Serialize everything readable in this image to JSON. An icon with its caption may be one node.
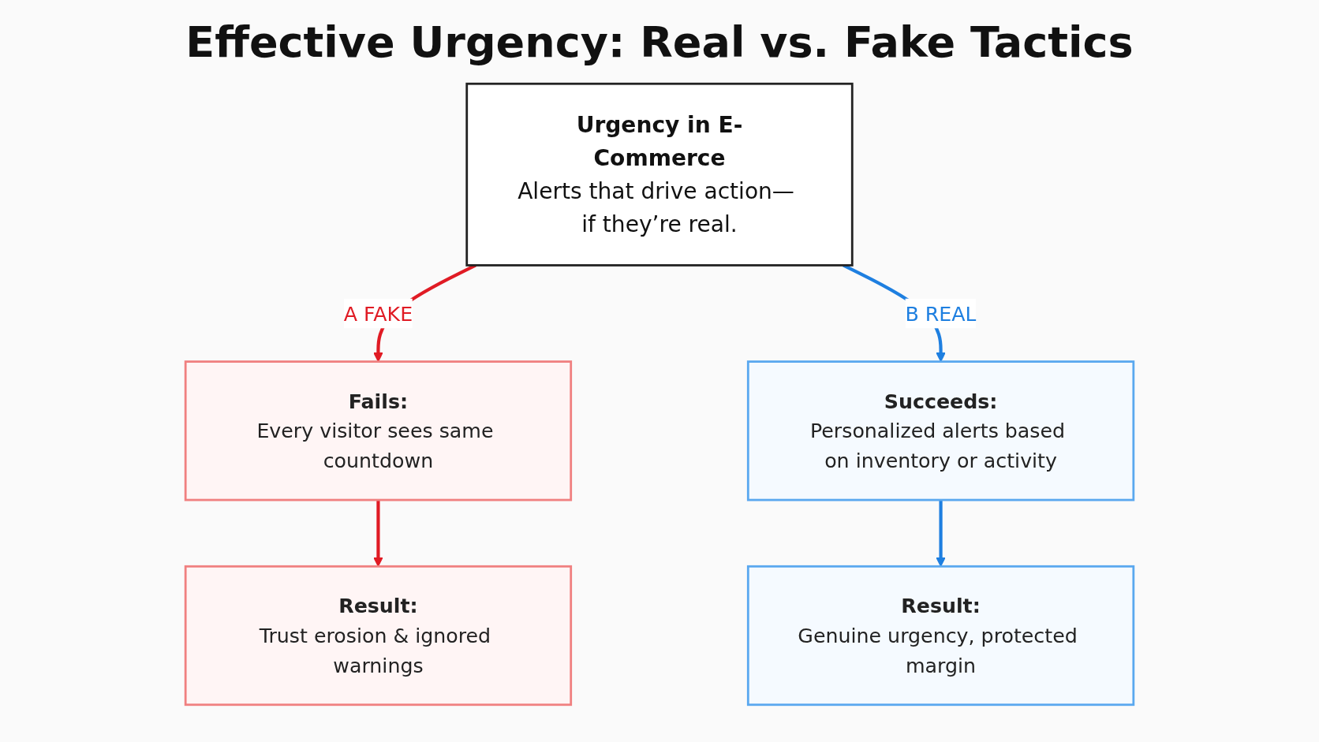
{
  "diagram": {
    "title": "Effective Urgency: Real vs. Fake Tactics",
    "nodes": [
      {
        "text": [
          "Urgency in E-Commerce",
          "Alerts that drive action— if they’re real."
        ]
      },
      {
        "text": [
          "Fails:",
          "Every visitor sees same countdown"
        ]
      },
      {
        "text": [
          "Result:",
          "Trust erosion & ignored warnings"
        ]
      },
      {
        "text": [
          "Succeeds:",
          "Personalized alerts based on inventory or activity"
        ]
      },
      {
        "text": [
          "Result:",
          "Genuine urgency, protected margin"
        ]
      }
    ],
    "edges": [
      {
        "from": 0,
        "to": 1,
        "arrow": "to",
        "label": "A FAKE",
        "color": "#e01b24"
      },
      {
        "from": 1,
        "to": 2,
        "arrow": "to",
        "color": "#e01b24"
      },
      {
        "from": 0,
        "to": 3,
        "arrow": "to",
        "label": "B REAL",
        "color": "#1e7fe0"
      },
      {
        "from": 3,
        "to": 4,
        "arrow": "to",
        "color": "#1e7fe0"
      }
    ]
  }
}
